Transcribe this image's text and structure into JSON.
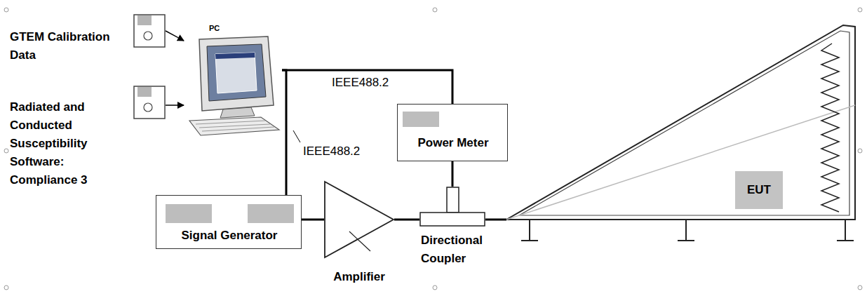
{
  "diagram": {
    "nodes": [
      {
        "text": [
          "GTEM Calibration Data"
        ]
      },
      {
        "text": [
          "PC"
        ]
      },
      {
        "text": [
          "Radiated and Conducted Susceptibility Software: Compliance 3"
        ]
      },
      {
        "text": [
          "Power Meter"
        ]
      },
      {
        "text": [
          "EUT"
        ]
      },
      {
        "text": [
          "Signal Generator"
        ]
      },
      {
        "text": [
          "Amplifier"
        ]
      },
      {
        "text": [
          "Directional Coupler"
        ]
      }
    ],
    "edges": [
      {
        "from": 0,
        "to": 1,
        "arrow": "to"
      },
      {
        "from": 2,
        "to": 1,
        "arrow": "to"
      },
      {
        "from": 1,
        "to": 3,
        "label": "IEEE488.2",
        "arrow": "none"
      },
      {
        "from": 1,
        "to": 5,
        "label": "IEEE488.2",
        "arrow": "none"
      },
      {
        "from": 5,
        "to": 6,
        "arrow": "none"
      },
      {
        "from": 6,
        "to": 7,
        "arrow": "none"
      },
      {
        "from": 7,
        "to": 3,
        "arrow": "none"
      }
    ]
  }
}
